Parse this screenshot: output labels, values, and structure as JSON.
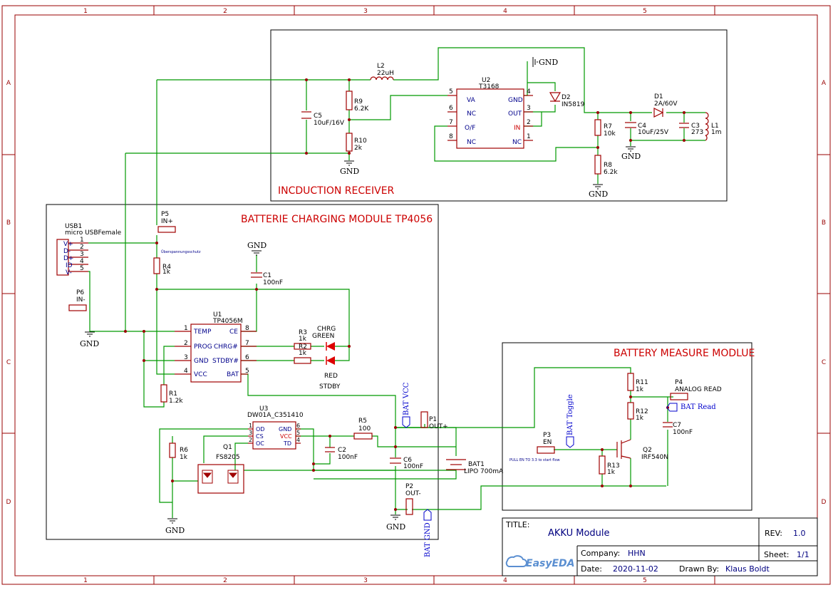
{
  "colors": {
    "frame": "#990000",
    "wire": "#009900",
    "part": "#a00000",
    "pin_num": "#000000",
    "pin_name": "#00008b",
    "netflag": "#0000cc",
    "box": "#000000",
    "title_red": "#cc0000",
    "easyeda": "#5b8fd1"
  },
  "frame": {
    "cols": [
      "1",
      "2",
      "3",
      "4",
      "5"
    ],
    "rows": [
      "A",
      "B",
      "C",
      "D"
    ]
  },
  "sections": {
    "receiver": "INCDUCTION RECEIVER",
    "charger": "BATTERIE CHARGING MODULE TP4056",
    "measure": "BATTERY MEASURE MODLUE"
  },
  "titleblock": {
    "title_label": "TITLE:",
    "title": "AKKU Module",
    "rev_label": "REV:",
    "rev": "1.0",
    "company_label": "Company:",
    "company": "HHN",
    "sheet_label": "Sheet:",
    "sheet": "1/1",
    "date_label": "Date:",
    "date": "2020-11-02",
    "drawn_label": "Drawn By:",
    "drawn": "Klaus Boldt",
    "logo": "EasyEDA"
  },
  "receiver": {
    "l2_ref": "L2",
    "l2_val": "22uH",
    "c5_ref": "C5",
    "c5_val": "10uF/16V",
    "r9_ref": "R9",
    "r9_val": "6.2K",
    "r10_ref": "R10",
    "r10_val": "2k",
    "gnd": "GND",
    "u2_ref": "U2",
    "u2_val": "T3168",
    "u2_pins": [
      {
        "num": "5",
        "name": "VA"
      },
      {
        "num": "6",
        "name": "NC"
      },
      {
        "num": "7",
        "name": "O/F"
      },
      {
        "num": "8",
        "name": "NC"
      },
      {
        "num": "4",
        "name": "GND"
      },
      {
        "num": "3",
        "name": "OUT"
      },
      {
        "num": "2",
        "name": "IN"
      },
      {
        "num": "1",
        "name": "NC"
      }
    ],
    "d2_ref": "D2",
    "d2_val": "IN5819",
    "d1_ref": "D1",
    "d1_val": "2A/60V",
    "r7_ref": "R7",
    "r7_val": "10k",
    "r8_ref": "R8",
    "r8_val": "6.2k",
    "c4_ref": "C4",
    "c4_val": "10uF/25V",
    "c3_ref": "C3",
    "c3_val": "273",
    "l1_ref": "L1",
    "l1_val": "1m"
  },
  "charger": {
    "usb_ref": "USB1",
    "usb_val": "micro USBFemale",
    "usb_pins": [
      {
        "num": "1",
        "name": "V+"
      },
      {
        "num": "2",
        "name": "D-"
      },
      {
        "num": "3",
        "name": "D+"
      },
      {
        "num": "4",
        "name": "ID"
      },
      {
        "num": "5",
        "name": "V-"
      }
    ],
    "p5_ref": "P5",
    "p5_val": "IN+",
    "p6_ref": "P6",
    "p6_val": "IN-",
    "note": "Überspannungsschutz",
    "r4_ref": "R4",
    "r4_val": "1k",
    "c1_ref": "C1",
    "c1_val": "100nF",
    "u1_ref": "U1",
    "u1_val": "TP4056M",
    "u1_pins": [
      {
        "num": "1",
        "name": "TEMP"
      },
      {
        "num": "2",
        "name": "PROG"
      },
      {
        "num": "3",
        "name": "GND"
      },
      {
        "num": "4",
        "name": "VCC"
      },
      {
        "num": "8",
        "name": "CE"
      },
      {
        "num": "7",
        "name": "CHRG#"
      },
      {
        "num": "6",
        "name": "STDBY#"
      },
      {
        "num": "5",
        "name": "BAT"
      }
    ],
    "r3_ref": "R3",
    "r3_val": "1k",
    "r2_ref": "R2",
    "r2_val": "1k",
    "led1_ref": "CHRG",
    "led1_val": "GREEN",
    "led2_ref": "RED",
    "led2_val": "STDBY",
    "r1_ref": "R1",
    "r1_val": "1.2k",
    "u3_ref": "U3",
    "u3_val": "DW01A_C351410",
    "u3_pins": [
      {
        "num": "1",
        "name": "OD"
      },
      {
        "num": "3",
        "name": "CS"
      },
      {
        "num": "2",
        "name": "OC"
      },
      {
        "num": "6",
        "name": "GND"
      },
      {
        "num": "5",
        "name": "VCC"
      },
      {
        "num": "4",
        "name": "TD"
      }
    ],
    "r6_ref": "R6",
    "r6_val": "1k",
    "q1_ref": "Q1",
    "q1_val": "FS8205",
    "c2_ref": "C2",
    "c2_val": "100nF",
    "r5_ref": "R5",
    "r5_val": "100",
    "c6_ref": "C6",
    "c6_val": "100nF",
    "bat1_ref": "BAT1",
    "bat1_val": "LIPO 700mA",
    "p1_ref": "P1",
    "p1_val": "OUT+",
    "p2_ref": "P2",
    "p2_val": "OUT-",
    "bat_vcc": "BAT VCC",
    "bat_gnd": "BAT GND"
  },
  "measure": {
    "r11_ref": "R11",
    "r11_val": "1k",
    "r12_ref": "R12",
    "r12_val": "1k",
    "r13_ref": "R13",
    "r13_val": "1k",
    "p4_ref": "P4",
    "p4_val": "ANALOG READ",
    "bat_read": "BAT Read",
    "c7_ref": "C7",
    "c7_val": "100nF",
    "q2_ref": "Q2",
    "q2_val": "IRF540N",
    "p3_ref": "P3",
    "p3_val": "EN",
    "bat_toggle": "BAT Toggle",
    "note": "PULL EN TO 3.3 to start flow"
  }
}
